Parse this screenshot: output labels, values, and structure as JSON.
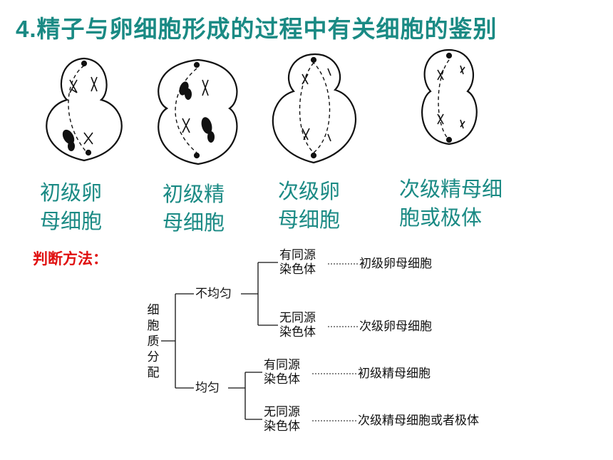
{
  "title": {
    "number": "4.",
    "text": "精子与卵细胞形成的过程中有关细胞的鉴别"
  },
  "cell_labels": [
    {
      "line1": "初级卵",
      "line2": "母细胞"
    },
    {
      "line1": "初级精",
      "line2": "母细胞"
    },
    {
      "line1": "次级卵",
      "line2": "母细胞"
    },
    {
      "line1": "次级精母细",
      "line2": "胞或极体"
    }
  ],
  "method_label": "判断方法：",
  "tree": {
    "root": "细胞质分配",
    "uneven": "不均匀",
    "even": "均匀",
    "has_homolog": "有同源染色体",
    "no_homolog": "无同源染色体",
    "has_homolog_l1": "有同源",
    "no_homolog_l1": "无同源",
    "homolog_l2": "染色体",
    "result_1": "初级卵母细胞",
    "result_2": "次级卵母细胞",
    "result_3": "初级精母细胞",
    "result_4": "次级精母细胞或者极体"
  }
}
